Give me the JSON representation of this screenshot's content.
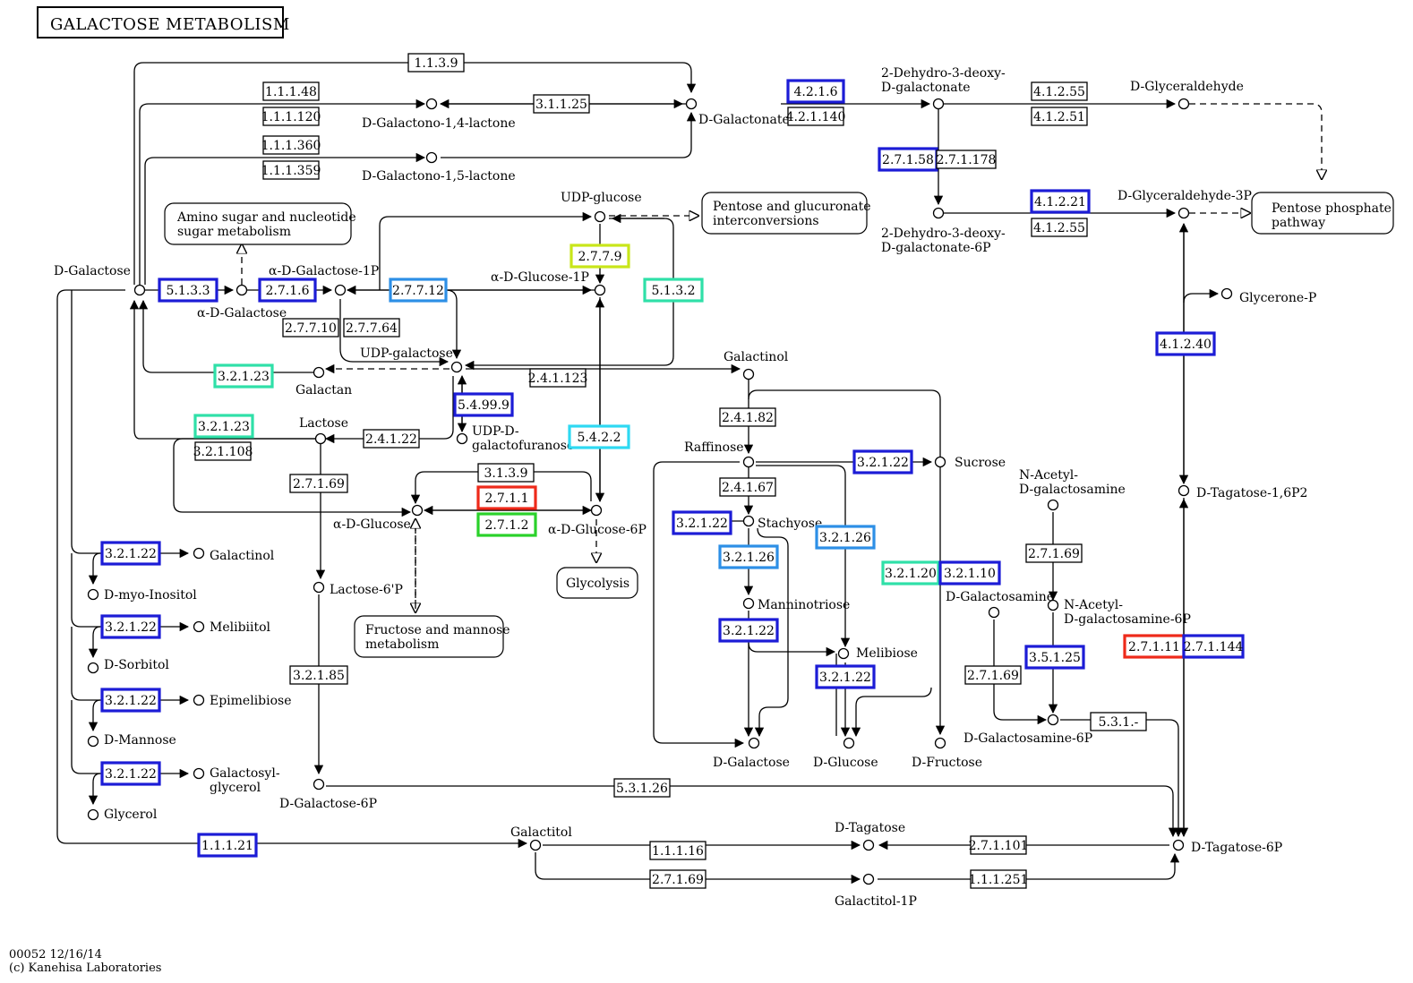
{
  "title": "GALACTOSE METABOLISM",
  "footer": {
    "line1": "00052 12/16/14",
    "line2": "(c) Kanehisa Laboratories"
  },
  "colors": {
    "none": "#000000",
    "blue": "#1c1cd6",
    "lightblue": "#2d8fe6",
    "cyan": "#2ed9f2",
    "teal": "#2fe0a8",
    "yellowgreen": "#c8e619",
    "green": "#2ad12a",
    "red": "#ee2a1a"
  },
  "maps": [
    "Amino sugar and nucleotide sugar metabolism",
    "Pentose and glucuronate interconversions",
    "Pentose phosphate pathway",
    "Glycolysis",
    "Fructose and mannose metabolism"
  ],
  "compounds": [
    "D-Galactose",
    "α-D-Galactose",
    "α-D-Galactose-1P",
    "D-Galactono-1,4-lactone",
    "D-Galactono-1,5-lactone",
    "D-Galactonate",
    "2-Dehydro-3-deoxy-D-galactonate",
    "D-Glyceraldehyde",
    "2-Dehydro-3-deoxy-D-galactonate-6P",
    "D-Glyceraldehyde-3P",
    "UDP-glucose",
    "α-D-Glucose-1P",
    "UDP-galactose",
    "Galactan",
    "Lactose",
    "UDP-D-galactofuranose",
    "α-D-Glucose",
    "α-D-Glucose-6P",
    "Galactinol",
    "Raffinose",
    "Sucrose",
    "Stachyose",
    "Manninotriose",
    "Melibiose",
    "D-Galactose",
    "D-Glucose",
    "D-Fructose",
    "N-Acetyl-D-galactosamine",
    "D-Galactosamine",
    "N-Acetyl-D-galactosamine-6P",
    "D-Galactosamine-6P",
    "Glycerone-P",
    "D-Tagatose-1,6P2",
    "Lactose-6'P",
    "D-Galactose-6P",
    "Galactinol",
    "D-myo-Inositol",
    "Melibiitol",
    "D-Sorbitol",
    "Epimelibiose",
    "D-Mannose",
    "Galactosyl-glycerol",
    "Glycerol",
    "Galactitol",
    "D-Tagatose",
    "Galactitol-1P",
    "D-Tagatose-6P"
  ],
  "enzymes": [
    {
      "ec": "1.1.3.9",
      "c": "none"
    },
    {
      "ec": "1.1.1.48",
      "c": "none"
    },
    {
      "ec": "1.1.1.120",
      "c": "none"
    },
    {
      "ec": "3.1.1.25",
      "c": "none"
    },
    {
      "ec": "1.1.1.360",
      "c": "none"
    },
    {
      "ec": "1.1.1.359",
      "c": "none"
    },
    {
      "ec": "4.2.1.6",
      "c": "blue"
    },
    {
      "ec": "4.2.1.140",
      "c": "none"
    },
    {
      "ec": "4.1.2.55",
      "c": "none"
    },
    {
      "ec": "4.1.2.51",
      "c": "none"
    },
    {
      "ec": "2.7.1.58",
      "c": "blue"
    },
    {
      "ec": "2.7.1.178",
      "c": "none"
    },
    {
      "ec": "4.1.2.21",
      "c": "blue"
    },
    {
      "ec": "4.1.2.55",
      "c": "none"
    },
    {
      "ec": "5.1.3.3",
      "c": "blue"
    },
    {
      "ec": "2.7.1.6",
      "c": "blue"
    },
    {
      "ec": "2.7.7.12",
      "c": "lightblue"
    },
    {
      "ec": "2.7.7.9",
      "c": "yellowgreen"
    },
    {
      "ec": "5.1.3.2",
      "c": "teal"
    },
    {
      "ec": "2.7.7.10",
      "c": "none"
    },
    {
      "ec": "2.7.7.64",
      "c": "none"
    },
    {
      "ec": "3.2.1.23",
      "c": "teal"
    },
    {
      "ec": "2.4.1.123",
      "c": "none"
    },
    {
      "ec": "5.4.99.9",
      "c": "blue"
    },
    {
      "ec": "3.2.1.23",
      "c": "teal"
    },
    {
      "ec": "3.2.1.108",
      "c": "none"
    },
    {
      "ec": "2.4.1.22",
      "c": "none"
    },
    {
      "ec": "5.4.2.2",
      "c": "cyan"
    },
    {
      "ec": "2.7.1.69",
      "c": "none"
    },
    {
      "ec": "3.1.3.9",
      "c": "none"
    },
    {
      "ec": "2.7.1.1",
      "c": "red"
    },
    {
      "ec": "2.7.1.2",
      "c": "green"
    },
    {
      "ec": "2.4.1.82",
      "c": "none"
    },
    {
      "ec": "2.4.1.67",
      "c": "none"
    },
    {
      "ec": "3.2.1.22",
      "c": "blue"
    },
    {
      "ec": "3.2.1.22",
      "c": "blue"
    },
    {
      "ec": "3.2.1.26",
      "c": "lightblue"
    },
    {
      "ec": "3.2.1.26",
      "c": "lightblue"
    },
    {
      "ec": "3.2.1.22",
      "c": "blue"
    },
    {
      "ec": "3.2.1.22",
      "c": "blue"
    },
    {
      "ec": "3.2.1.20",
      "c": "teal"
    },
    {
      "ec": "3.2.1.10",
      "c": "blue"
    },
    {
      "ec": "2.7.1.69",
      "c": "none"
    },
    {
      "ec": "3.5.1.25",
      "c": "blue"
    },
    {
      "ec": "2.7.1.69",
      "c": "none"
    },
    {
      "ec": "5.3.1.-",
      "c": "none"
    },
    {
      "ec": "4.1.2.40",
      "c": "blue"
    },
    {
      "ec": "2.7.1.11",
      "c": "red"
    },
    {
      "ec": "2.7.1.144",
      "c": "blue"
    },
    {
      "ec": "3.2.1.22",
      "c": "blue"
    },
    {
      "ec": "3.2.1.22",
      "c": "blue"
    },
    {
      "ec": "3.2.1.22",
      "c": "blue"
    },
    {
      "ec": "3.2.1.22",
      "c": "blue"
    },
    {
      "ec": "3.2.1.85",
      "c": "none"
    },
    {
      "ec": "5.3.1.26",
      "c": "none"
    },
    {
      "ec": "1.1.1.21",
      "c": "blue"
    },
    {
      "ec": "1.1.1.16",
      "c": "none"
    },
    {
      "ec": "2.7.1.101",
      "c": "none"
    },
    {
      "ec": "2.7.1.69",
      "c": "none"
    },
    {
      "ec": "1.1.1.251",
      "c": "none"
    }
  ]
}
